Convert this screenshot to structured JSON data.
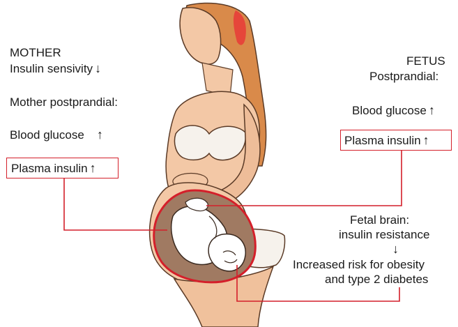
{
  "mother": {
    "title": "MOTHER",
    "insulin_sensitivity": "Insulin sensivity",
    "insulin_sensitivity_arrow": "↓",
    "postprandial": "Mother postprandial:",
    "blood_glucose": "Blood glucose",
    "blood_glucose_arrow": "↑",
    "plasma_insulin": "Plasma insulin",
    "plasma_insulin_arrow": "↑"
  },
  "fetus": {
    "title": "FETUS",
    "postprandial": "Postprandial:",
    "blood_glucose": "Blood glucose",
    "blood_glucose_arrow": "↑",
    "plasma_insulin": "Plasma insulin",
    "plasma_insulin_arrow": "↑"
  },
  "outcome": {
    "line1": "Fetal brain:",
    "line2": "insulin resistance",
    "arrow": "↓",
    "line3": "Increased risk for obesity",
    "line4": "and type 2 diabetes"
  },
  "colors": {
    "highlight": "#d41f2a",
    "skin": "#f3c8a6",
    "skin_shadow": "#dc9a72",
    "hair": "#d98a4a",
    "womb": "#a07a62",
    "underwear": "#f6f2ec"
  }
}
